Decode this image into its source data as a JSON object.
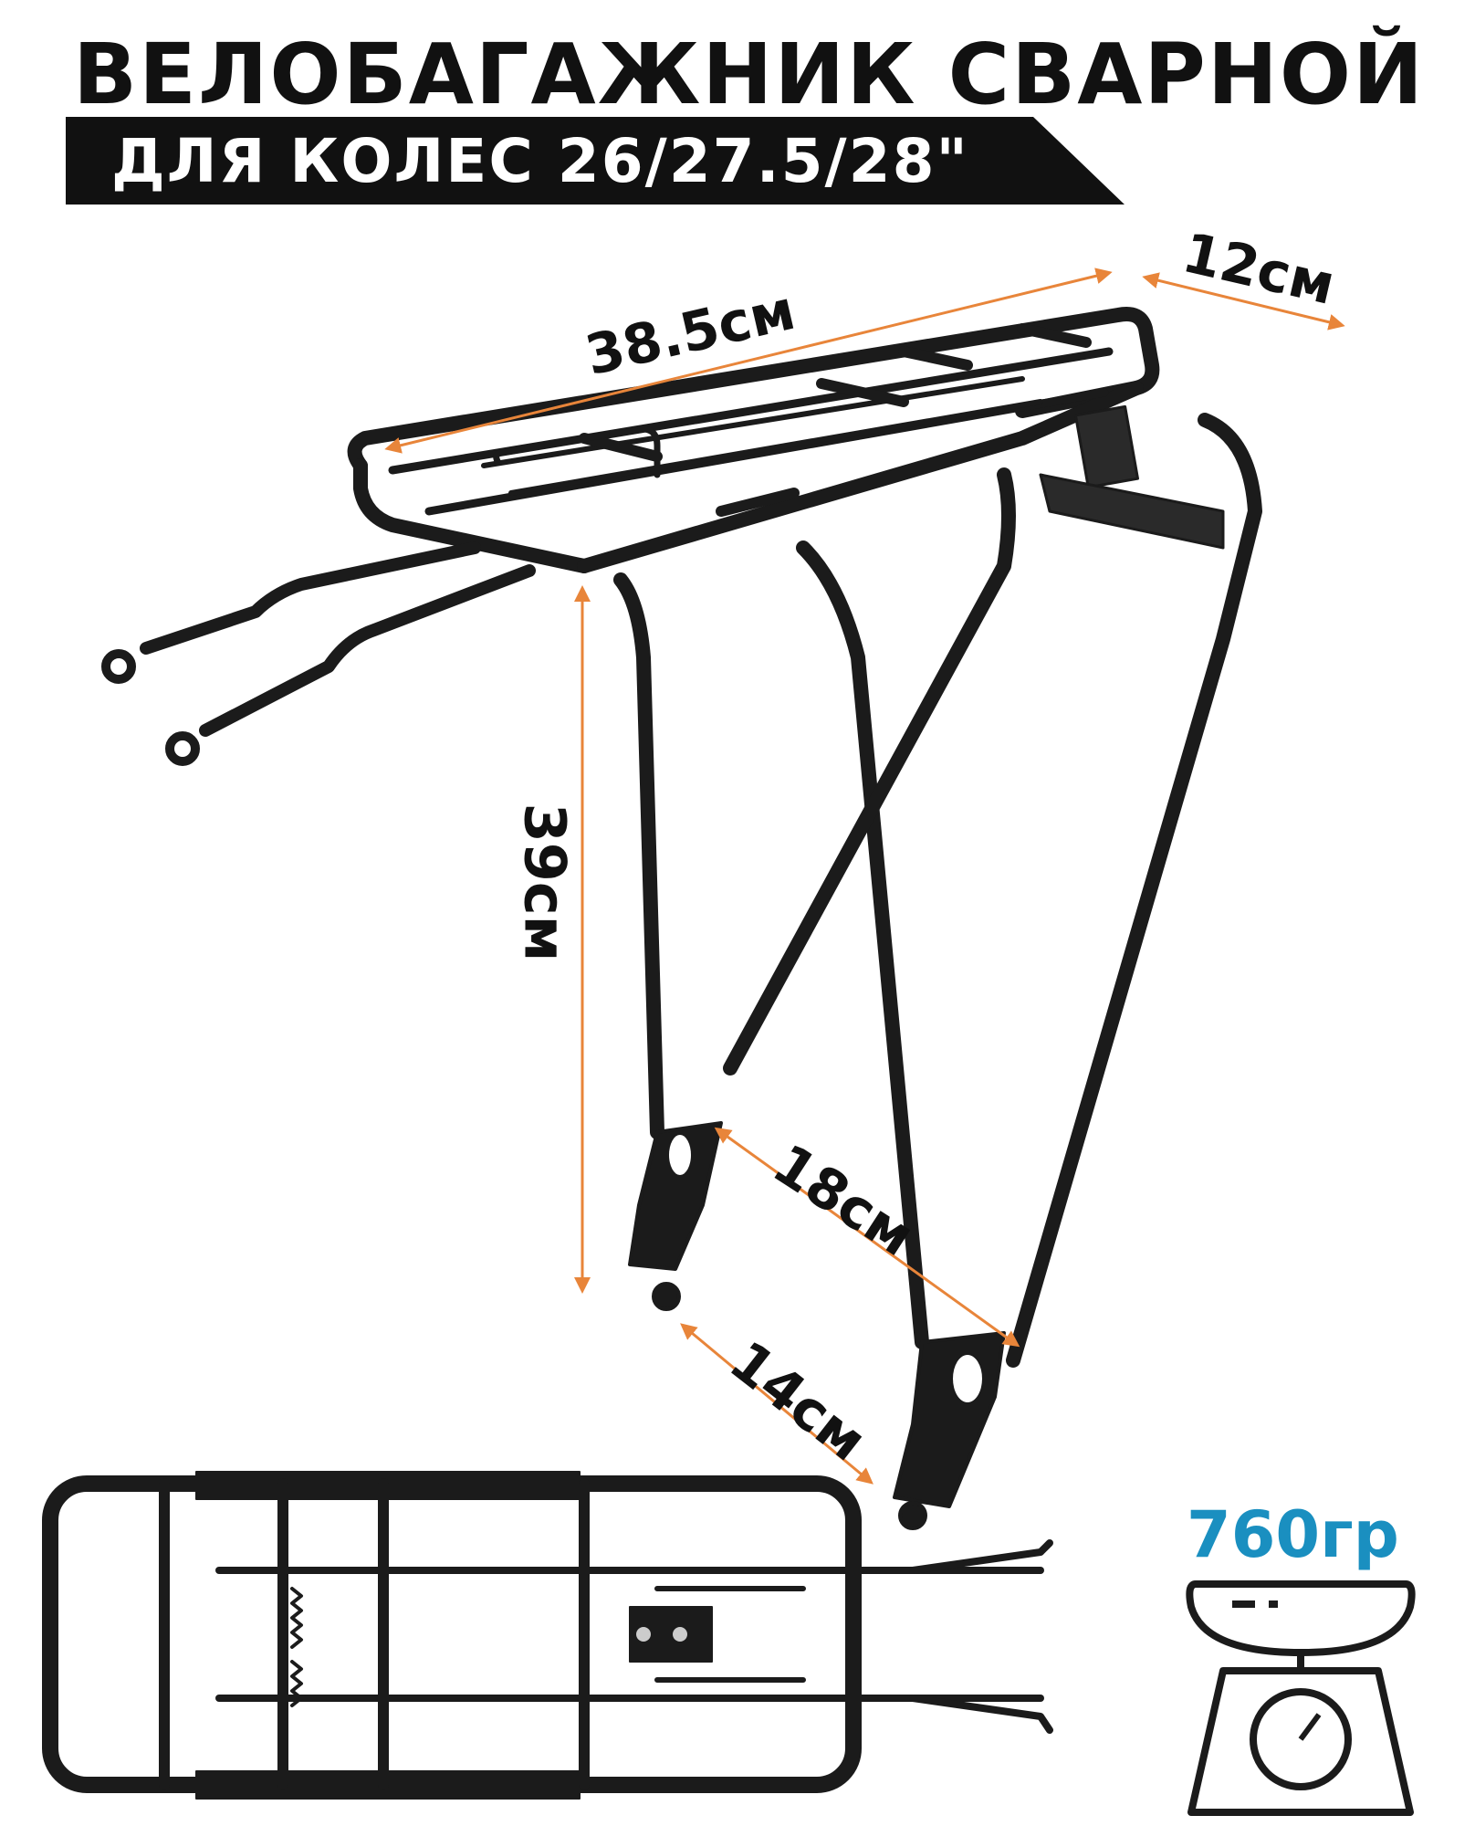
{
  "title": "ВЕЛОБАГАЖНИК СВАРНОЙ",
  "subtitle": "ДЛЯ КОЛЕС 26/27.5/28\"",
  "dimensions": {
    "length": "38.5см",
    "width": "12см",
    "height": "39см",
    "mount_width_upper": "18см",
    "mount_width_lower": "14см"
  },
  "weight": "760гр",
  "colors": {
    "arrow": "#e8853a",
    "weight_text": "#1a8fc0",
    "frame": "#1b1b1b"
  },
  "icons": [
    "bike-rack-side-view",
    "bike-rack-top-view",
    "kitchen-scale-icon"
  ]
}
